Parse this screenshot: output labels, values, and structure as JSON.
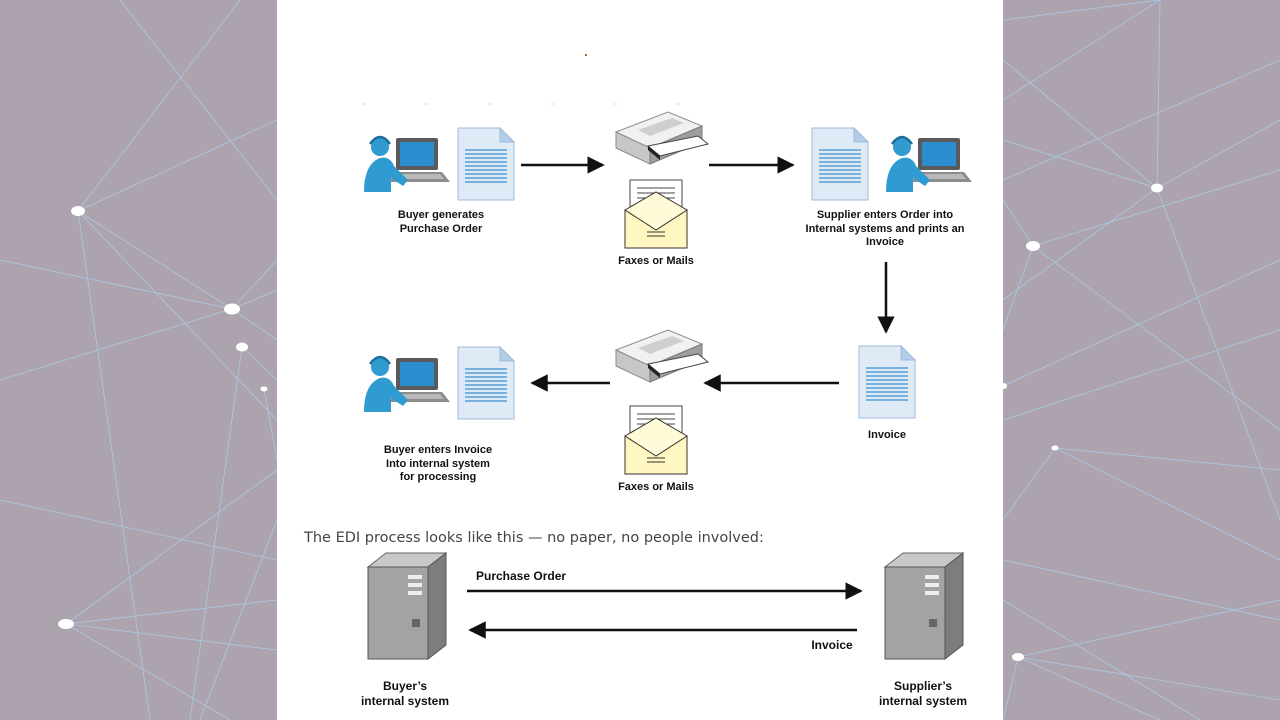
{
  "colors": {
    "background": "#aca3ae",
    "network_lines": "#a9d4f2",
    "panel": "#ffffff",
    "person": "#2f9bd0",
    "document": "#dfeaf7",
    "server": "#8a8a8a"
  },
  "paper_process": {
    "row1": {
      "buyer_label": "Buyer generates\nPurchase Order",
      "transfer_label": "Faxes or Mails",
      "supplier_label": "Supplier enters Order into\nInternal systems and prints an\nInvoice"
    },
    "row2": {
      "invoice_label": "Invoice",
      "transfer_label": "Faxes or Mails",
      "buyer_label": "Buyer enters Invoice\nInto internal system\nfor processing"
    }
  },
  "edi_caption": "The EDI process looks like this — no paper, no people involved:",
  "edi_process": {
    "purchase_order_label": "Purchase Order",
    "invoice_label": "Invoice",
    "buyer_system_label": "Buyer’s\ninternal system",
    "supplier_system_label": "Supplier’s\ninternal system"
  }
}
